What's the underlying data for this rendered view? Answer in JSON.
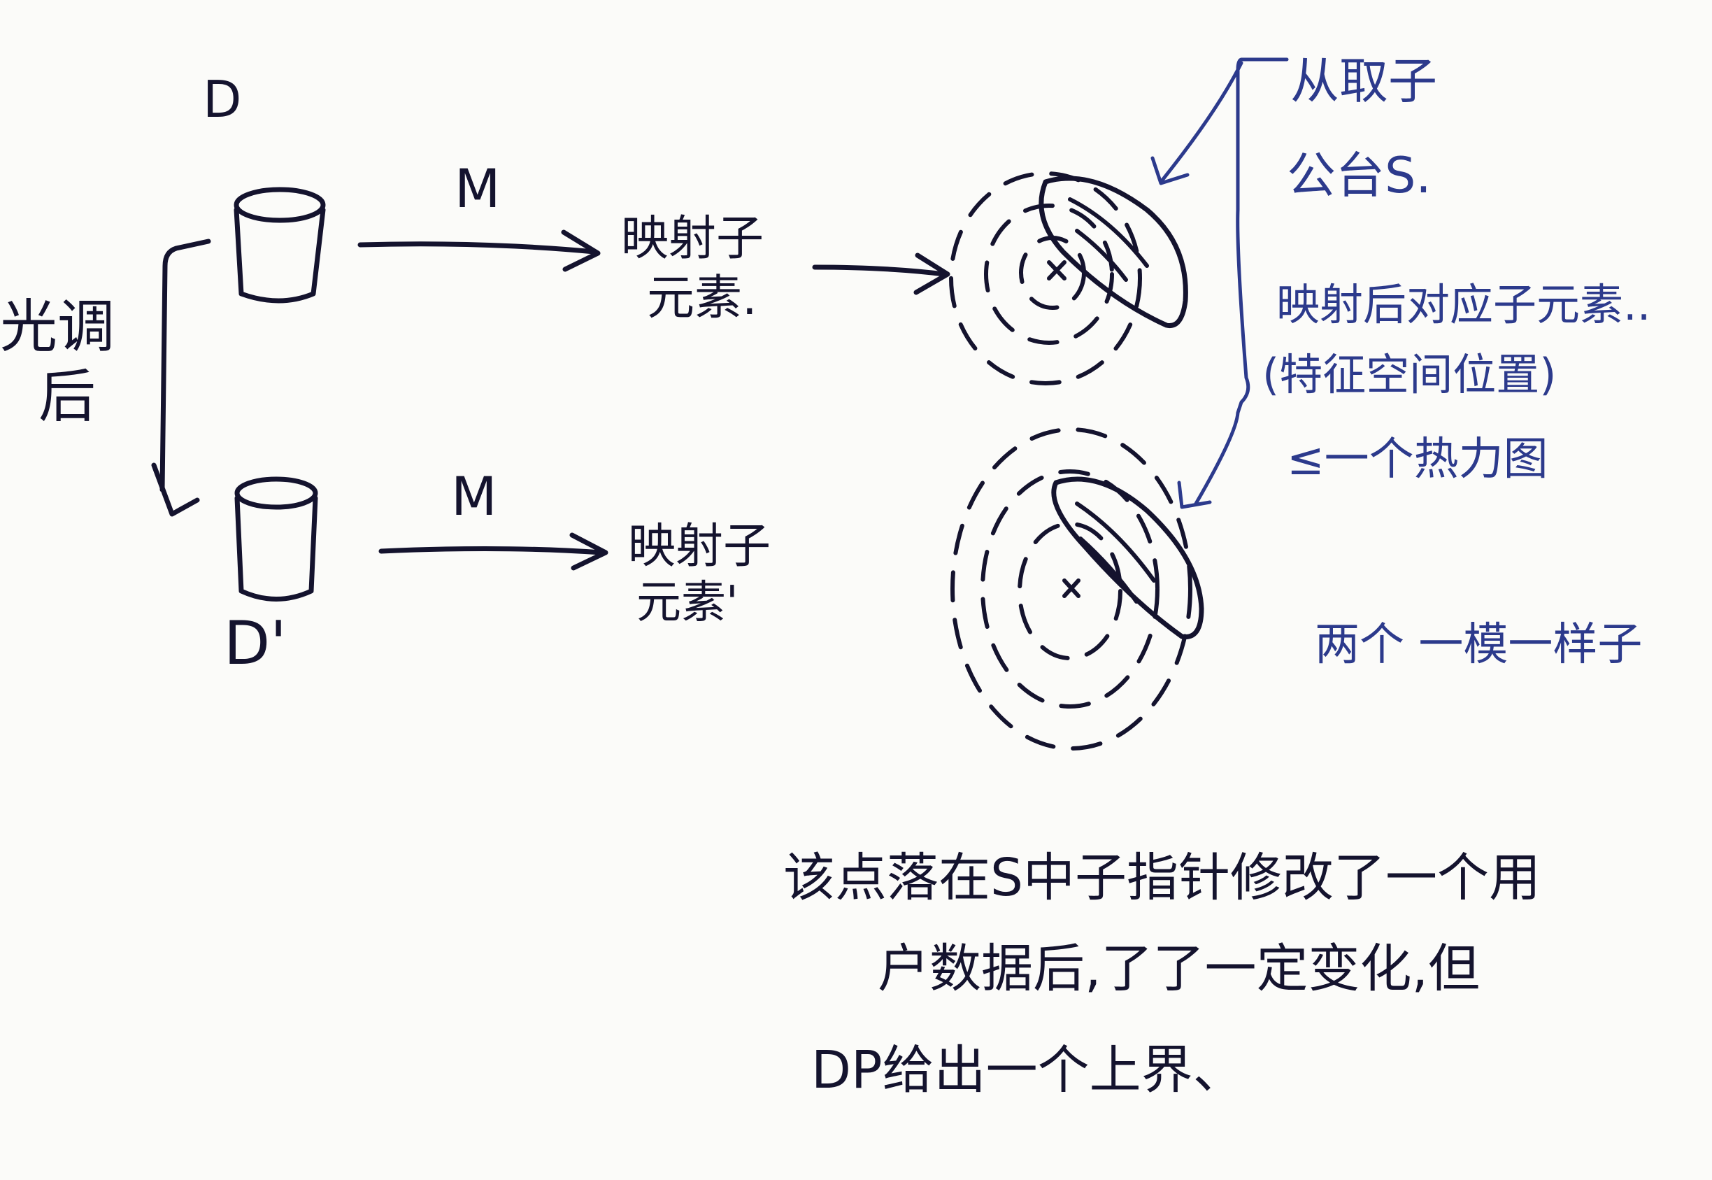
{
  "labels": {
    "d": "D",
    "d_prime": "D'",
    "m_top": "M",
    "m_bottom": "M",
    "left_vertical_1": "光调",
    "left_vertical_2": "后",
    "mapped_top_1": "映射子",
    "mapped_top_2": "元素.",
    "mapped_bottom_1": "映射子",
    "mapped_bottom_2": "元素'"
  },
  "annotations": {
    "blue_note_1": "从取子",
    "blue_note_2": "公台S.",
    "blue_note_3": "映射后对应子元素..",
    "blue_note_4": "(特征空间位置)",
    "blue_note_5": "≤一个热力图",
    "blue_note_6": "两个 一模一样子",
    "bottom_line_1": "该点落在S中子指针修改了一个用",
    "bottom_line_2": "户数据后,了了一定变化,但",
    "bottom_line_3": "DP给出一个上界、"
  },
  "colors": {
    "ink": "#14132e",
    "blue_ink": "#2c3a8c",
    "paper": "#fbfbf9"
  }
}
